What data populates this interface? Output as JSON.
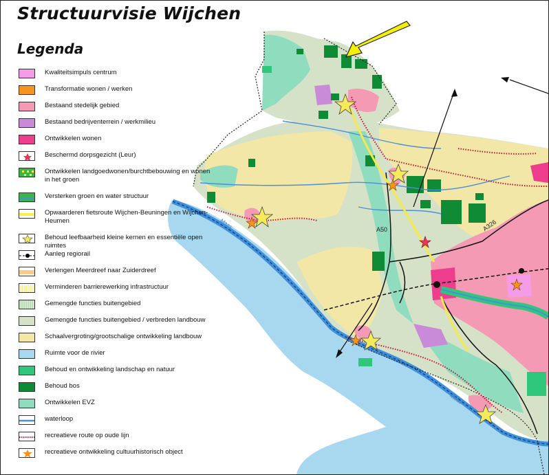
{
  "title": "Structuurvisie Wijchen",
  "legend_title": "Legenda",
  "legend": [
    {
      "label": "Kwaliteitsimpuls centrum",
      "color": "#f59be8",
      "symbol": "fill"
    },
    {
      "label": "Transformatie wonen / werken",
      "color": "#f7941d",
      "symbol": "fill"
    },
    {
      "label": "Bestaand stedelijk gebied",
      "color": "#f49ab4",
      "symbol": "fill"
    },
    {
      "label": "Bestaand bedrijventerrein / werkmilieu",
      "color": "#c98ad8",
      "symbol": "fill"
    },
    {
      "label": "Ontwikkelen wonen",
      "color": "#ee3d8c",
      "symbol": "fill"
    },
    {
      "label": "Beschermd dorpsgezicht (Leur)",
      "color": "#e8385a",
      "symbol": "star"
    },
    {
      "label": "Ontwikkelen landgoedwonen/burchtbebouwing en wonen in het groen",
      "color": "#39b54a",
      "symbol": "dots"
    },
    {
      "label": "Versterken groen en water structuur",
      "color": "#39b54a",
      "symbol": "greenwater"
    },
    {
      "label": "Opwaarderen fietsroute Wijchen-Beuningen en Wijchen-Heumen",
      "color": "#f5f04a",
      "symbol": "yellowline"
    },
    {
      "label": "Behoud leefbaarheid kleine kernen en essentiële open ruimtes",
      "color": "#f5ea5c",
      "symbol": "yellowstar"
    },
    {
      "label": "Aanleg regiorail",
      "color": "#000000",
      "symbol": "rail"
    },
    {
      "label": "Verlengen Meerdreef naar Zuiderdreef",
      "color": "#f7941d",
      "symbol": "orangehatch"
    },
    {
      "label": "Verminderen barrierewerking infrastructuur",
      "color": "#f5e94b",
      "symbol": "yellowhatch"
    },
    {
      "label": "Gemengde functies buitengebied",
      "color": "#b7dcae",
      "symbol": "greenhatch"
    },
    {
      "label": "Gemengde functies buitengebied / verbreden landbouw",
      "color": "#d6e2c8",
      "symbol": "fill"
    },
    {
      "label": "Schaalvergroting/grootschalige ontwikkeling landbouw",
      "color": "#f2e7a6",
      "symbol": "fill"
    },
    {
      "label": "Ruimte voor de rivier",
      "color": "#a8d8f0",
      "symbol": "fill"
    },
    {
      "label": "Behoud en ontwikkeling landschap en natuur",
      "color": "#2fc77a",
      "symbol": "fill"
    },
    {
      "label": "Behoud bos",
      "color": "#0f8a35",
      "symbol": "fill"
    },
    {
      "label": "Ontwikkelen EVZ",
      "color": "#8fdcbf",
      "symbol": "fill"
    },
    {
      "label": "waterloop",
      "color": "#4a8fd9",
      "symbol": "waterline"
    },
    {
      "label": "recreatieve route op oude lijn",
      "color": "#c8102e",
      "symbol": "redroute"
    },
    {
      "label": "recreatieve ontwikkeling cultuurhistorisch object",
      "color": "#f7941d",
      "symbol": "orangestar"
    }
  ],
  "map_labels": {
    "a50": "A50",
    "a326": "A326",
    "maas1": "Maas",
    "maas2": "Maas"
  },
  "colors": {
    "yellow_arrow": "#f5f000",
    "river": "#a8d8f0",
    "river_channel": "#3d8fe0",
    "pink_urban": "#f49ab4",
    "magenta": "#ee3d8c",
    "agri": "#f2e7a6",
    "mixed": "#d6e2c8",
    "evz": "#8fdcbf",
    "forest": "#0f8a35"
  }
}
